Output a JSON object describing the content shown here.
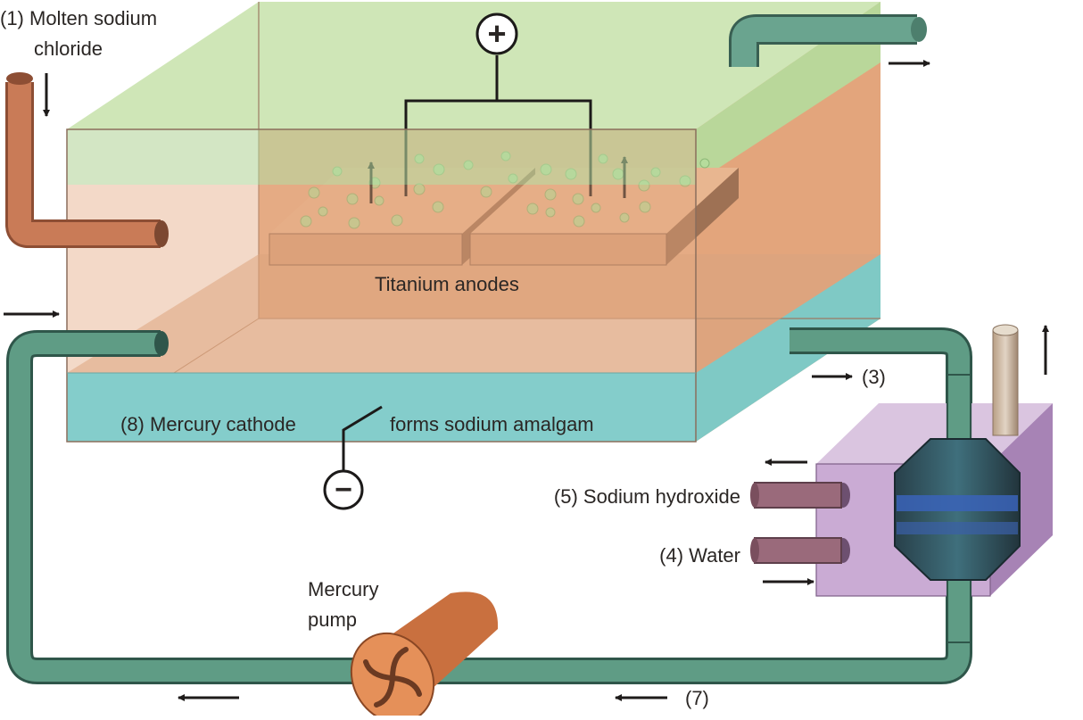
{
  "labels": {
    "molten_line1": "(1) Molten sodium",
    "molten_line2": "chloride",
    "titanium_anodes": "Titanium anodes",
    "mercury_cathode": "(8) Mercury cathode",
    "forms_amalgam": "forms sodium amalgam",
    "step3": "(3)",
    "sodium_hydroxide": "(5) Sodium hydroxide",
    "water": "(4) Water",
    "pump_line1": "Mercury",
    "pump_line2": "pump",
    "step7": "(7)"
  },
  "symbols": {
    "positive": "+",
    "negative": "−"
  },
  "colors": {
    "chlorine_layer": "#b9d9a3",
    "brine": "#e7ae82",
    "mercury": "#84cdcb",
    "pipe_copper": "#c8795a",
    "pipe_green": "#5e9b86",
    "decomposer": "#c3a2cc",
    "vessel": "#2f5a66",
    "pump": "#e08a57"
  }
}
